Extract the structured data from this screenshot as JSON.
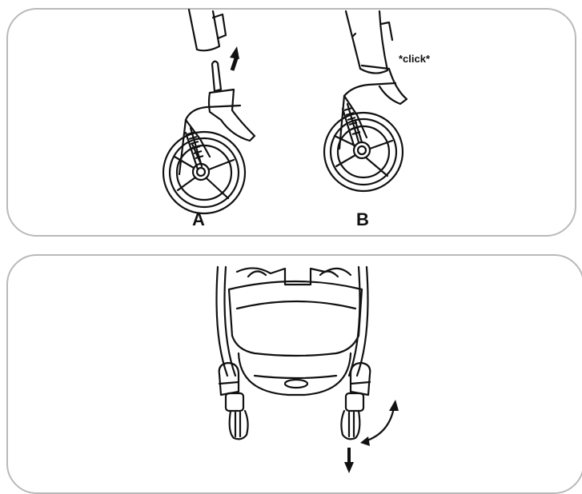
{
  "figure_top": {
    "step_a_label": "A",
    "step_b_label": "B",
    "click_text": "*click*"
  },
  "colors": {
    "line": "#111111",
    "panel_border": "#b9b9b9",
    "background": "#ffffff"
  }
}
